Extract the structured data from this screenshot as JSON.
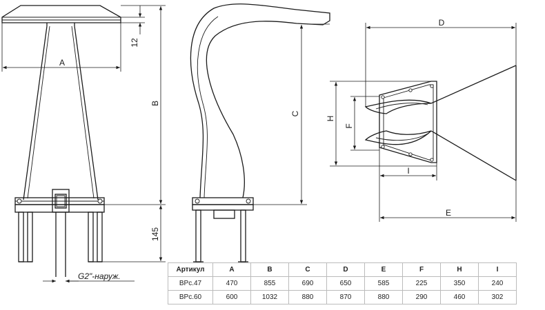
{
  "labels": {
    "A": "A",
    "B": "B",
    "C": "C",
    "D": "D",
    "E": "E",
    "F": "F",
    "H": "H",
    "I": "I",
    "dim_12": "12",
    "dim_145": "145",
    "thread": "G2\"-наруж."
  },
  "table": {
    "headers": [
      "Артикул",
      "A",
      "B",
      "C",
      "D",
      "E",
      "F",
      "H",
      "I"
    ],
    "rows": [
      [
        "BPc.47",
        "470",
        "855",
        "690",
        "650",
        "585",
        "225",
        "350",
        "240"
      ],
      [
        "BPc.60",
        "600",
        "1032",
        "880",
        "870",
        "880",
        "290",
        "460",
        "302"
      ]
    ]
  }
}
